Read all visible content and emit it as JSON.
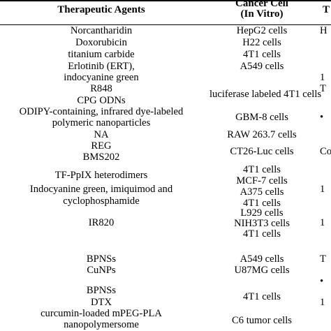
{
  "headers": {
    "agents": "Therapeutic Agents",
    "cell_line1": "Cancer Cell",
    "cell_line2": "(In Vitro)",
    "partial_third": "T"
  },
  "agents": [
    "Norcantharidin",
    "Doxorubicin",
    "titanium carbide",
    "Erlotinib (ERT),",
    "indocyanine green",
    "R848",
    "CPG ODNs",
    "ODIPY-containing, infrared dye-labeled",
    "polymeric nanoparticles",
    "NA",
    "REG",
    "BMS202",
    "TF-PpIX heterodimers",
    "Indocyanine green, imiquimod and",
    "cyclophosphamide",
    "IR820",
    "BPNSs",
    "CuNPs",
    "BPNSs",
    "DTX",
    "curcumin-loaded mPEG-PLA",
    "nanopolymersome"
  ],
  "cells": [
    "HepG2 cells",
    "H22 cells",
    "4T1 cells",
    "A549 cells",
    "luciferase labeled 4T1 cells",
    "GBM-8 cells",
    "RAW 263.7 cells",
    "CT26-Luc cells",
    "4T1 cells",
    "MCF-7 cells",
    "A375 cells",
    "4T1 cells",
    "L929 cells",
    "NIH3T3 cells",
    "4T1 cells",
    "A549 cells",
    "U87MG cells",
    "4T1 cells",
    "C6 tumor cells"
  ],
  "edge": [
    "H",
    "1",
    "T",
    "•",
    "Co",
    "1",
    "1",
    "T",
    "•",
    "1"
  ]
}
